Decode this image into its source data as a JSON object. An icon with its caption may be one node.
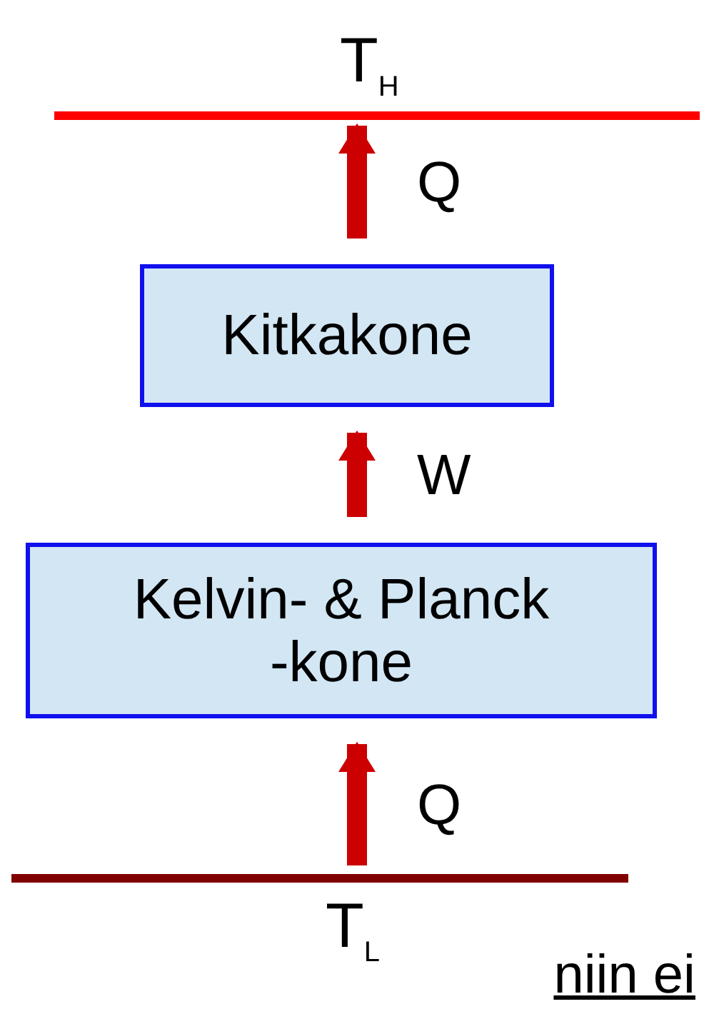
{
  "diagram": {
    "nodes": [
      {
        "text": [
          "T$_{H}$"
        ]
      },
      {
        "text": [
          "Kitkakone"
        ]
      },
      {
        "text": [
          "Kelvin- & Planck -kone"
        ]
      },
      {
        "text": [
          "T$_{L}$"
        ]
      }
    ],
    "edges": [
      {
        "from": 1,
        "to": 0,
        "arrow": "to",
        "label": "Q"
      },
      {
        "from": 2,
        "to": 1,
        "arrow": "to",
        "label": "W"
      },
      {
        "from": 3,
        "to": 2,
        "arrow": "to",
        "label": "Q"
      }
    ],
    "labels": [
      "niin ei"
    ]
  }
}
